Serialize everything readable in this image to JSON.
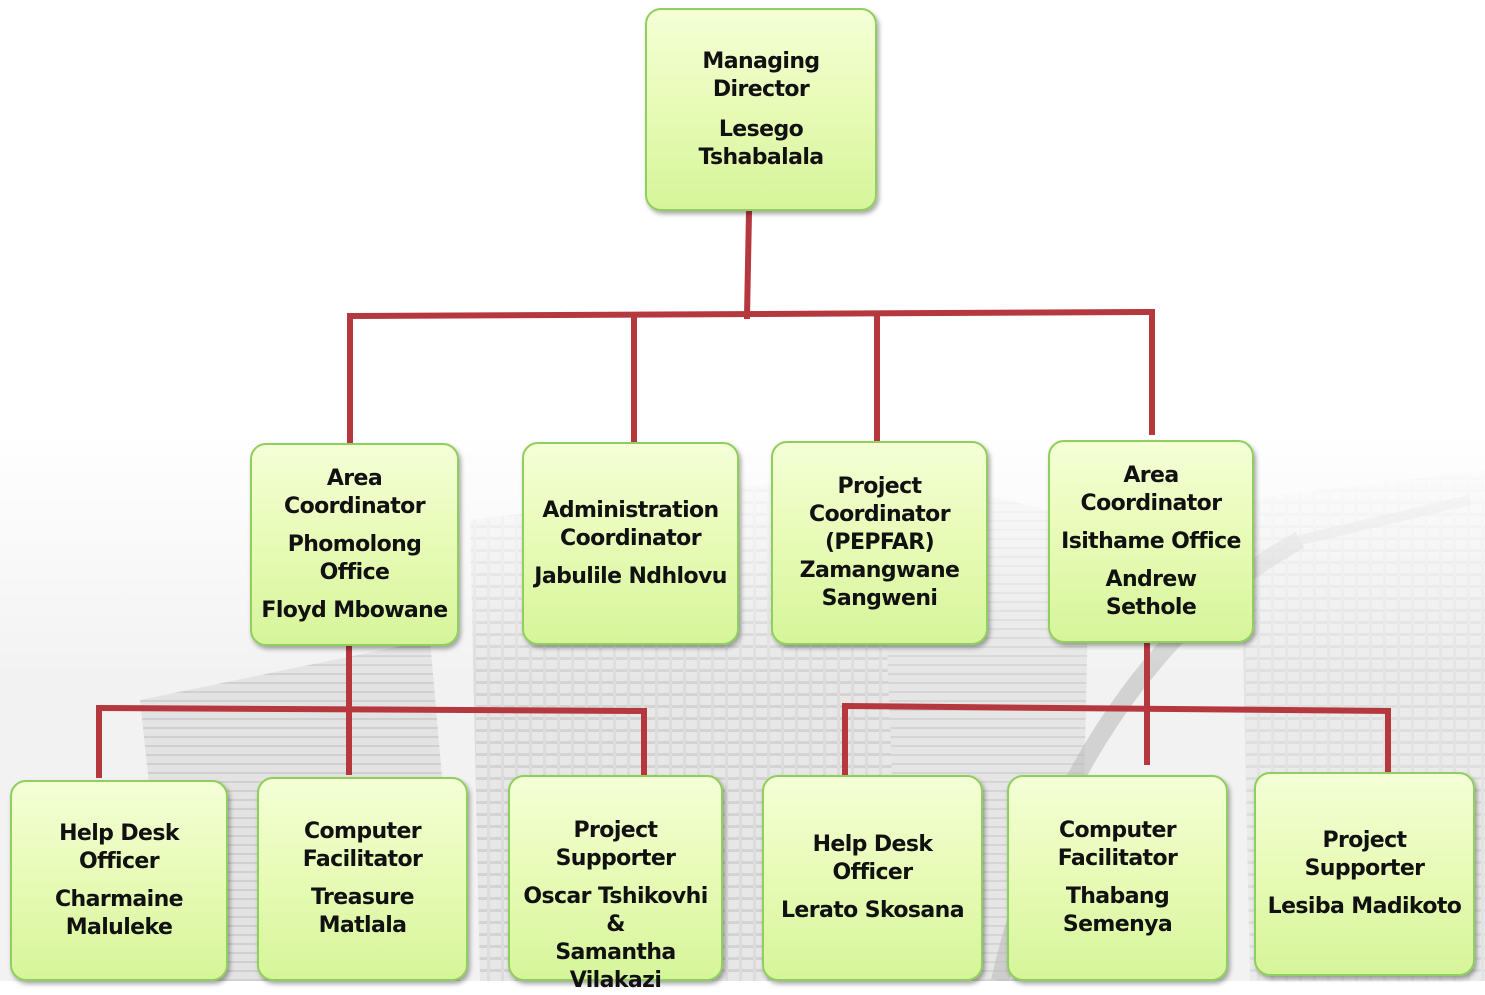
{
  "colors": {
    "box_fill": "#e9fbb9",
    "box_border": "#8fcf5b",
    "connector": "#b5383f",
    "background_building": "#cfcfcf"
  },
  "org_chart": {
    "director": {
      "role": "Managing Director",
      "name": "Lesego Tshabalala"
    },
    "area_coordinator_phomolong": {
      "role": "Area\nCoordinator",
      "office": "Phomolong\nOffice",
      "name": "Floyd Mbowane"
    },
    "administration_coordinator": {
      "role": "Administration\nCoordinator",
      "name": "Jabulile Ndhlovu"
    },
    "project_coordinator_pepfar": {
      "role": "Project\nCoordinator\n(PEPFAR)",
      "name": "Zamangwane\nSangweni"
    },
    "area_coordinator_isithame": {
      "role": "Area\nCoordinator",
      "office": "Isithame Office",
      "name": "Andrew Sethole"
    },
    "phomolong_team": [
      {
        "role": "Help Desk Officer",
        "name": "Charmaine\nMaluleke"
      },
      {
        "role": "Computer\nFacilitator",
        "name": "Treasure Matlala"
      },
      {
        "role": "Project Supporter",
        "name": "Oscar Tshikovhi &\nSamantha\nVilakazi"
      }
    ],
    "isithame_team": [
      {
        "role": "Help Desk Officer",
        "name": "Lerato Skosana"
      },
      {
        "role": "Computer\nFacilitator",
        "name": "Thabang\nSemenya"
      },
      {
        "role": "Project Supporter",
        "name": "Lesiba Madikoto"
      }
    ]
  }
}
